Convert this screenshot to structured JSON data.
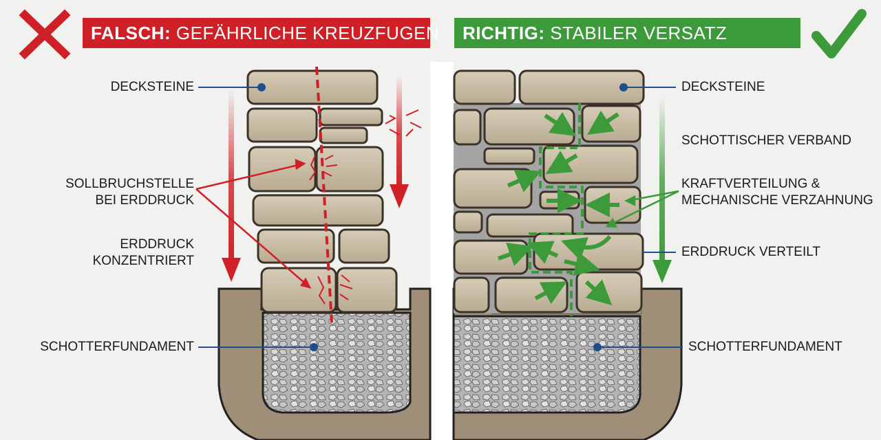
{
  "left_panel": {
    "banner_strong": "FALSCH:",
    "banner_rest": "GEFÄHRLICHE KREUZFUGEN",
    "labels": {
      "decksteine": "DECKSTEINE",
      "sollbruch_line1": "SOLLBRUCHSTELLE",
      "sollbruch_line2": "BEI ERDDRUCK",
      "erddruck_line1": "ERDDRUCK",
      "erddruck_line2": "KONZENTRIERT",
      "schotter": "SCHOTTERFUNDAMENT"
    }
  },
  "right_panel": {
    "banner_strong": "RICHTIG:",
    "banner_rest": "STABILER VERSATZ",
    "labels": {
      "decksteine": "DECKSTEINE",
      "verband": "SCHOTTISCHER VERBAND",
      "kraft_line1": "KRAFTVERTEILUNG &",
      "kraft_line2": "MECHANISCHE VERZAHNUNG",
      "erddruck": "ERDDRUCK VERTEILT",
      "schotter": "SCHOTTERFUNDAMENT"
    }
  },
  "colors": {
    "wrong_red": "#cf2027",
    "right_green": "#3d9a3a",
    "stone": "#c9bda6",
    "soil": "#a08f78",
    "gravel": "#bdbdbd",
    "leader_blue": "#1f4e89"
  },
  "icons": {
    "wrong": "cross-icon",
    "right": "checkmark-icon"
  }
}
